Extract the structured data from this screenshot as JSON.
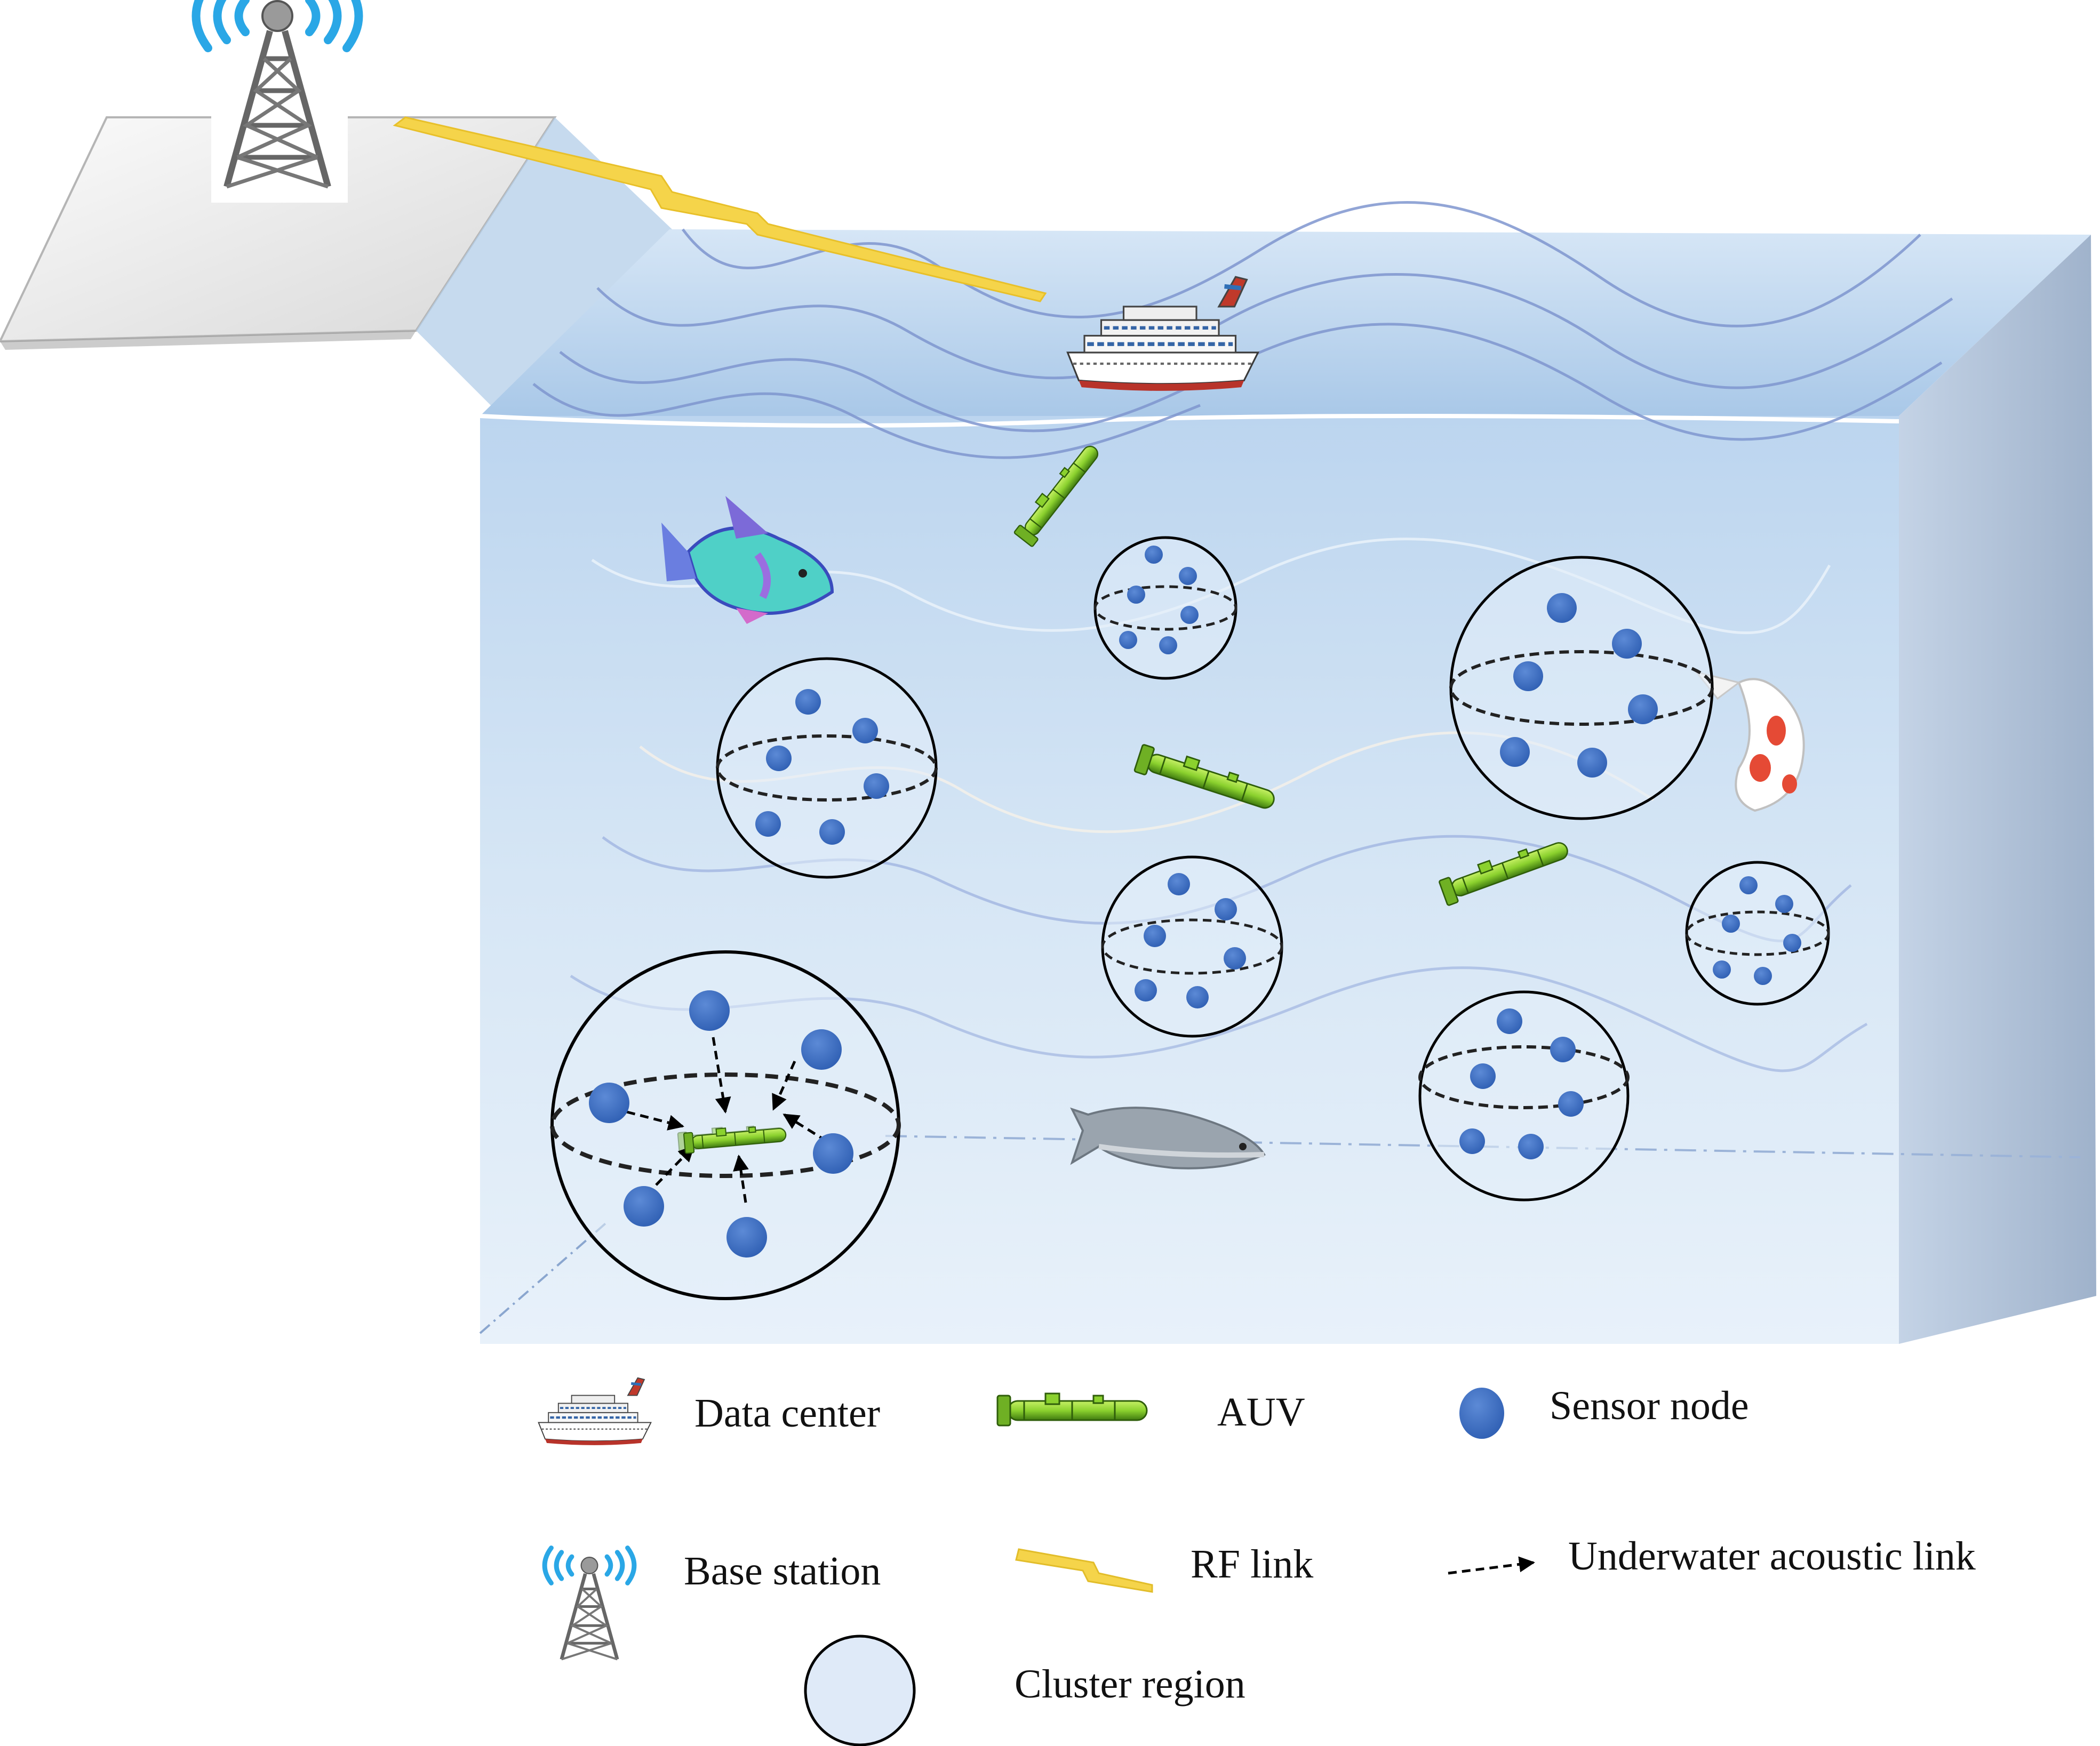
{
  "legend": {
    "data_center": "Data center",
    "auv": "AUV",
    "sensor_node": "Sensor node",
    "base_station": "Base station",
    "rf_link": "RF link",
    "acoustic_link": "Underwater acoustic link",
    "cluster_region": "Cluster region"
  },
  "colors": {
    "water": "#cfe1f3",
    "water_deep": "#a9c8e8",
    "wave": "#7f96cf",
    "sensor": "#3f70c6",
    "auv": "#8bd12e",
    "rf": "#f5d44a",
    "signal": "#1aa3e3"
  },
  "icons": {
    "data_center": "cruise-ship-icon",
    "base_station": "radio-tower-icon",
    "auv": "auv-icon",
    "sensor": "sensor-node-icon"
  }
}
